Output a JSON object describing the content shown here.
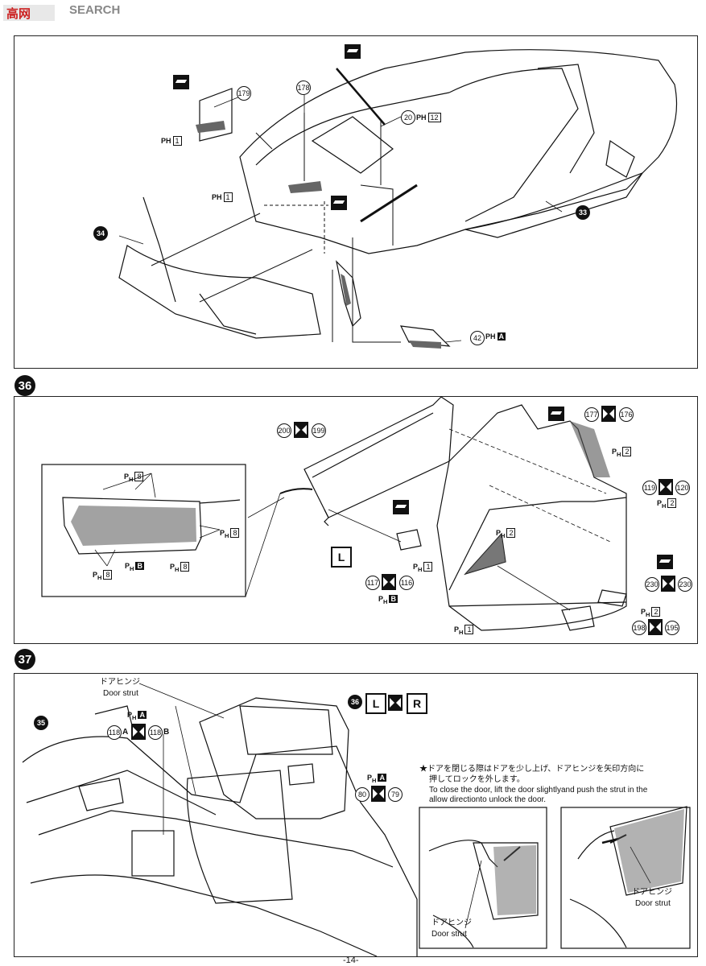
{
  "watermark": "SEARCH",
  "page_number": "-14-",
  "step35": {
    "parts": [
      "179",
      "178",
      "20",
      "12",
      "34",
      "33",
      "42",
      "A",
      "1",
      "1"
    ],
    "ph": "PH"
  },
  "step36": {
    "step_no": "36",
    "L": "L",
    "labels": {
      "p200": "200",
      "p199": "199",
      "p177": "177",
      "p176": "176",
      "p119": "119",
      "p120": "120",
      "p117": "117",
      "p116": "116",
      "p230a": "230",
      "p230b": "230",
      "p198": "198",
      "p195": "195",
      "ph8": "8",
      "ph2": "2",
      "ph1": "1",
      "phB": "B"
    }
  },
  "step37": {
    "step_no": "37",
    "sub35": "35",
    "sub36": "36",
    "L": "L",
    "R": "R",
    "door_strut_jp": "ドアヒンジ",
    "door_strut_en": "Door strut",
    "p118a": "118",
    "p118b": "118",
    "A": "A",
    "B": "B",
    "p80": "80",
    "p79": "79",
    "phA": "A",
    "note_jp_1": "★ドアを閉じる際はドアを少し上げ、ドアヒンジを矢印方向に",
    "note_jp_2": "押してロックを外します。",
    "note_en_1": "To close the door, lift the door slightlyand push the strut in the",
    "note_en_2": "allow directionto unlock the door."
  }
}
